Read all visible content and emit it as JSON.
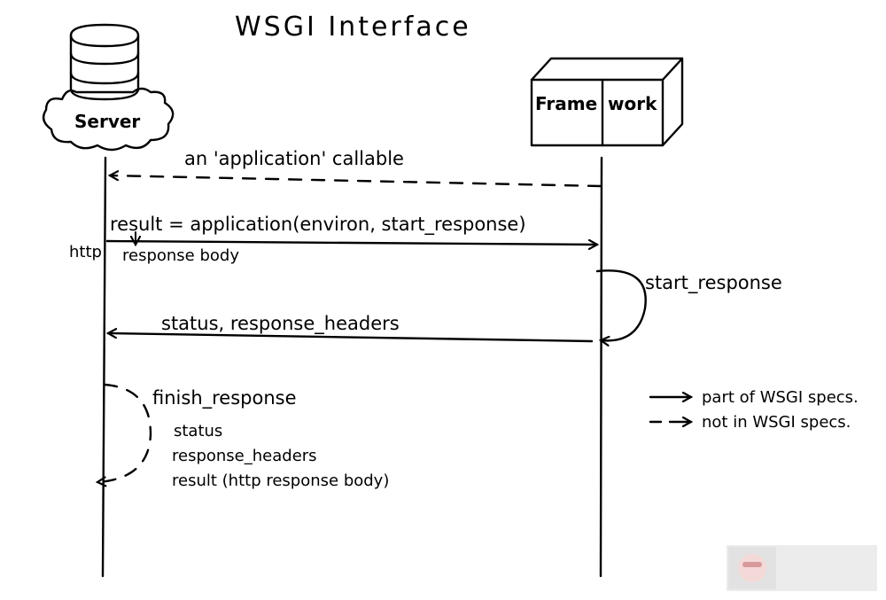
{
  "title": "WSGI Interface",
  "actors": {
    "server": "Server",
    "framework_left": "Frame",
    "framework_right": "work"
  },
  "messages": {
    "application_callable": "an 'application' callable",
    "call": "result = application(environ, start_response)",
    "http_tag": "http",
    "response_body": "response body",
    "start_response": "start_response",
    "status_headers": "status, response_headers",
    "finish_response": "finish_response",
    "finish_items": [
      "status",
      "response_headers",
      "result (http response body)"
    ]
  },
  "legend": {
    "solid": "part of WSGI specs.",
    "dashed": "not in WSGI specs."
  },
  "colors": {
    "ink": "#000000",
    "background": "#ffffff",
    "watermark": "#e8e8e8"
  }
}
